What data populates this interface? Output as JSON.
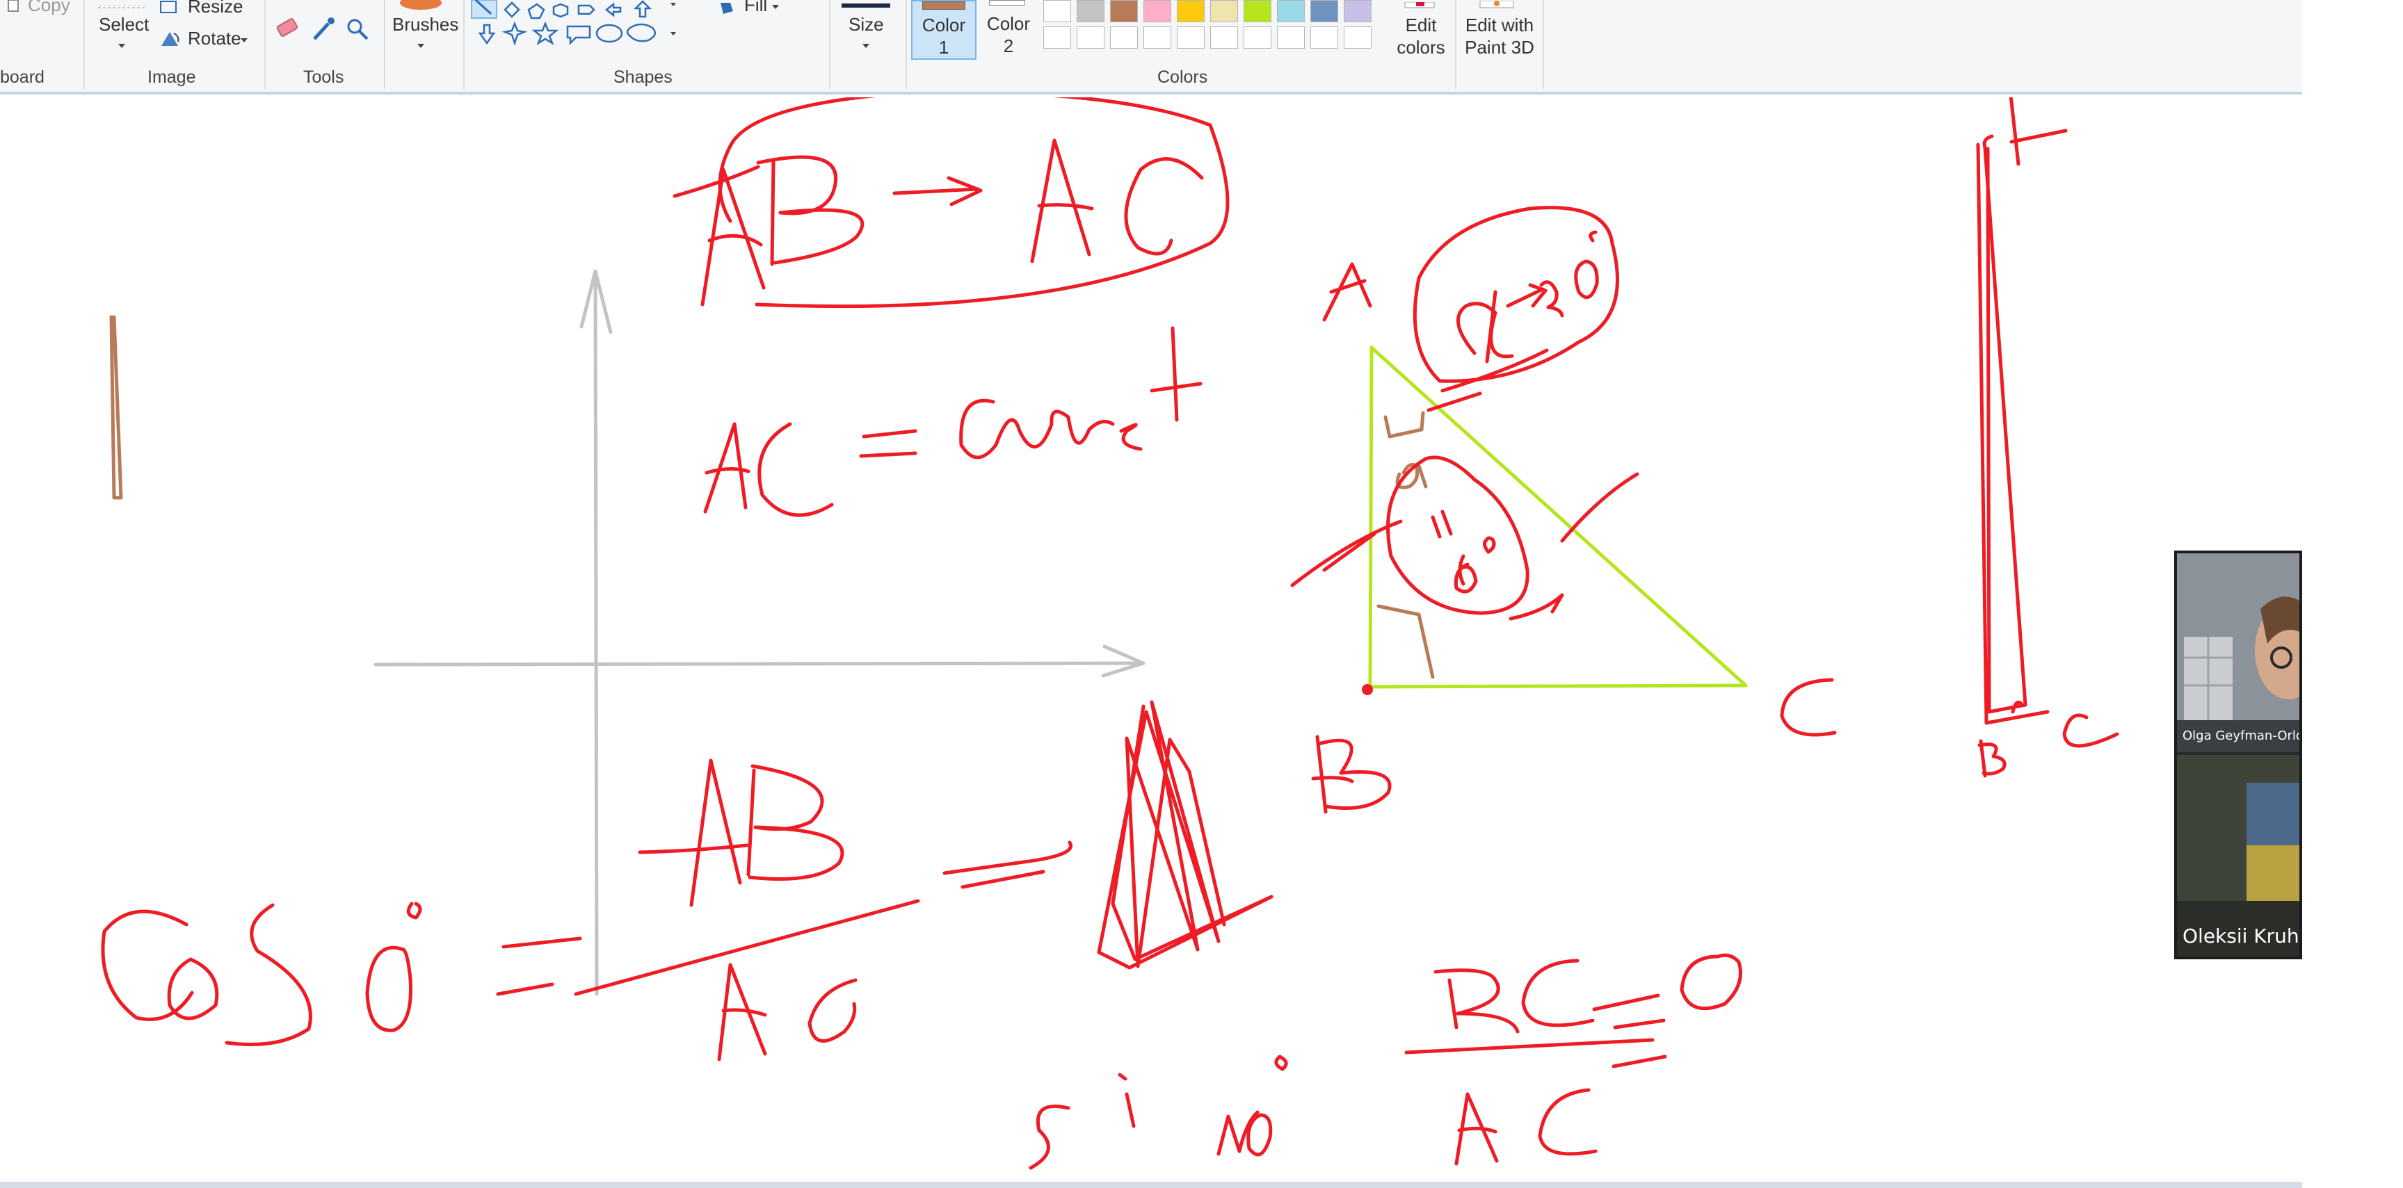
{
  "ribbon": {
    "clipboard": {
      "copy_label": "Copy",
      "group_label": "board"
    },
    "image": {
      "select_label": "Select",
      "resize_label": "Resize",
      "rotate_label": "Rotate",
      "group_label": "Image"
    },
    "tools": {
      "group_label": "Tools"
    },
    "brushes": {
      "label": "Brushes"
    },
    "shapes": {
      "fill_label": "Fill",
      "group_label": "Shapes"
    },
    "size": {
      "label": "Size"
    },
    "colors": {
      "color1_line1": "Color",
      "color1_line2": "1",
      "color2_line1": "Color",
      "color2_line2": "2",
      "edit_colors_line1": "Edit",
      "edit_colors_line2": "colors",
      "group_label": "Colors",
      "color1_value": "#b97a57",
      "palette_row1": [
        "#ffffff",
        "#c3c3c3",
        "#b97a57",
        "#ffaec9",
        "#ffc90e",
        "#efe4b0",
        "#b5e61d",
        "#99d9ea",
        "#7092be",
        "#c8bfe7"
      ],
      "palette_row2": [
        "#ffffff",
        "#ffffff",
        "#ffffff",
        "#ffffff",
        "#ffffff",
        "#ffffff",
        "#ffffff",
        "#ffffff",
        "#ffffff",
        "#ffffff"
      ]
    },
    "paint3d": {
      "line1": "Edit with",
      "line2": "Paint 3D"
    }
  },
  "canvas": {
    "ink_color": "#ee1c24",
    "axis_color": "#c3c3c3",
    "triangle_color": "#b5e61d",
    "brown_color": "#b97a57"
  },
  "video": {
    "tile1_name": "Olga Geyfman-Orlov",
    "tile2_name": "Oleksii Kruhly"
  }
}
